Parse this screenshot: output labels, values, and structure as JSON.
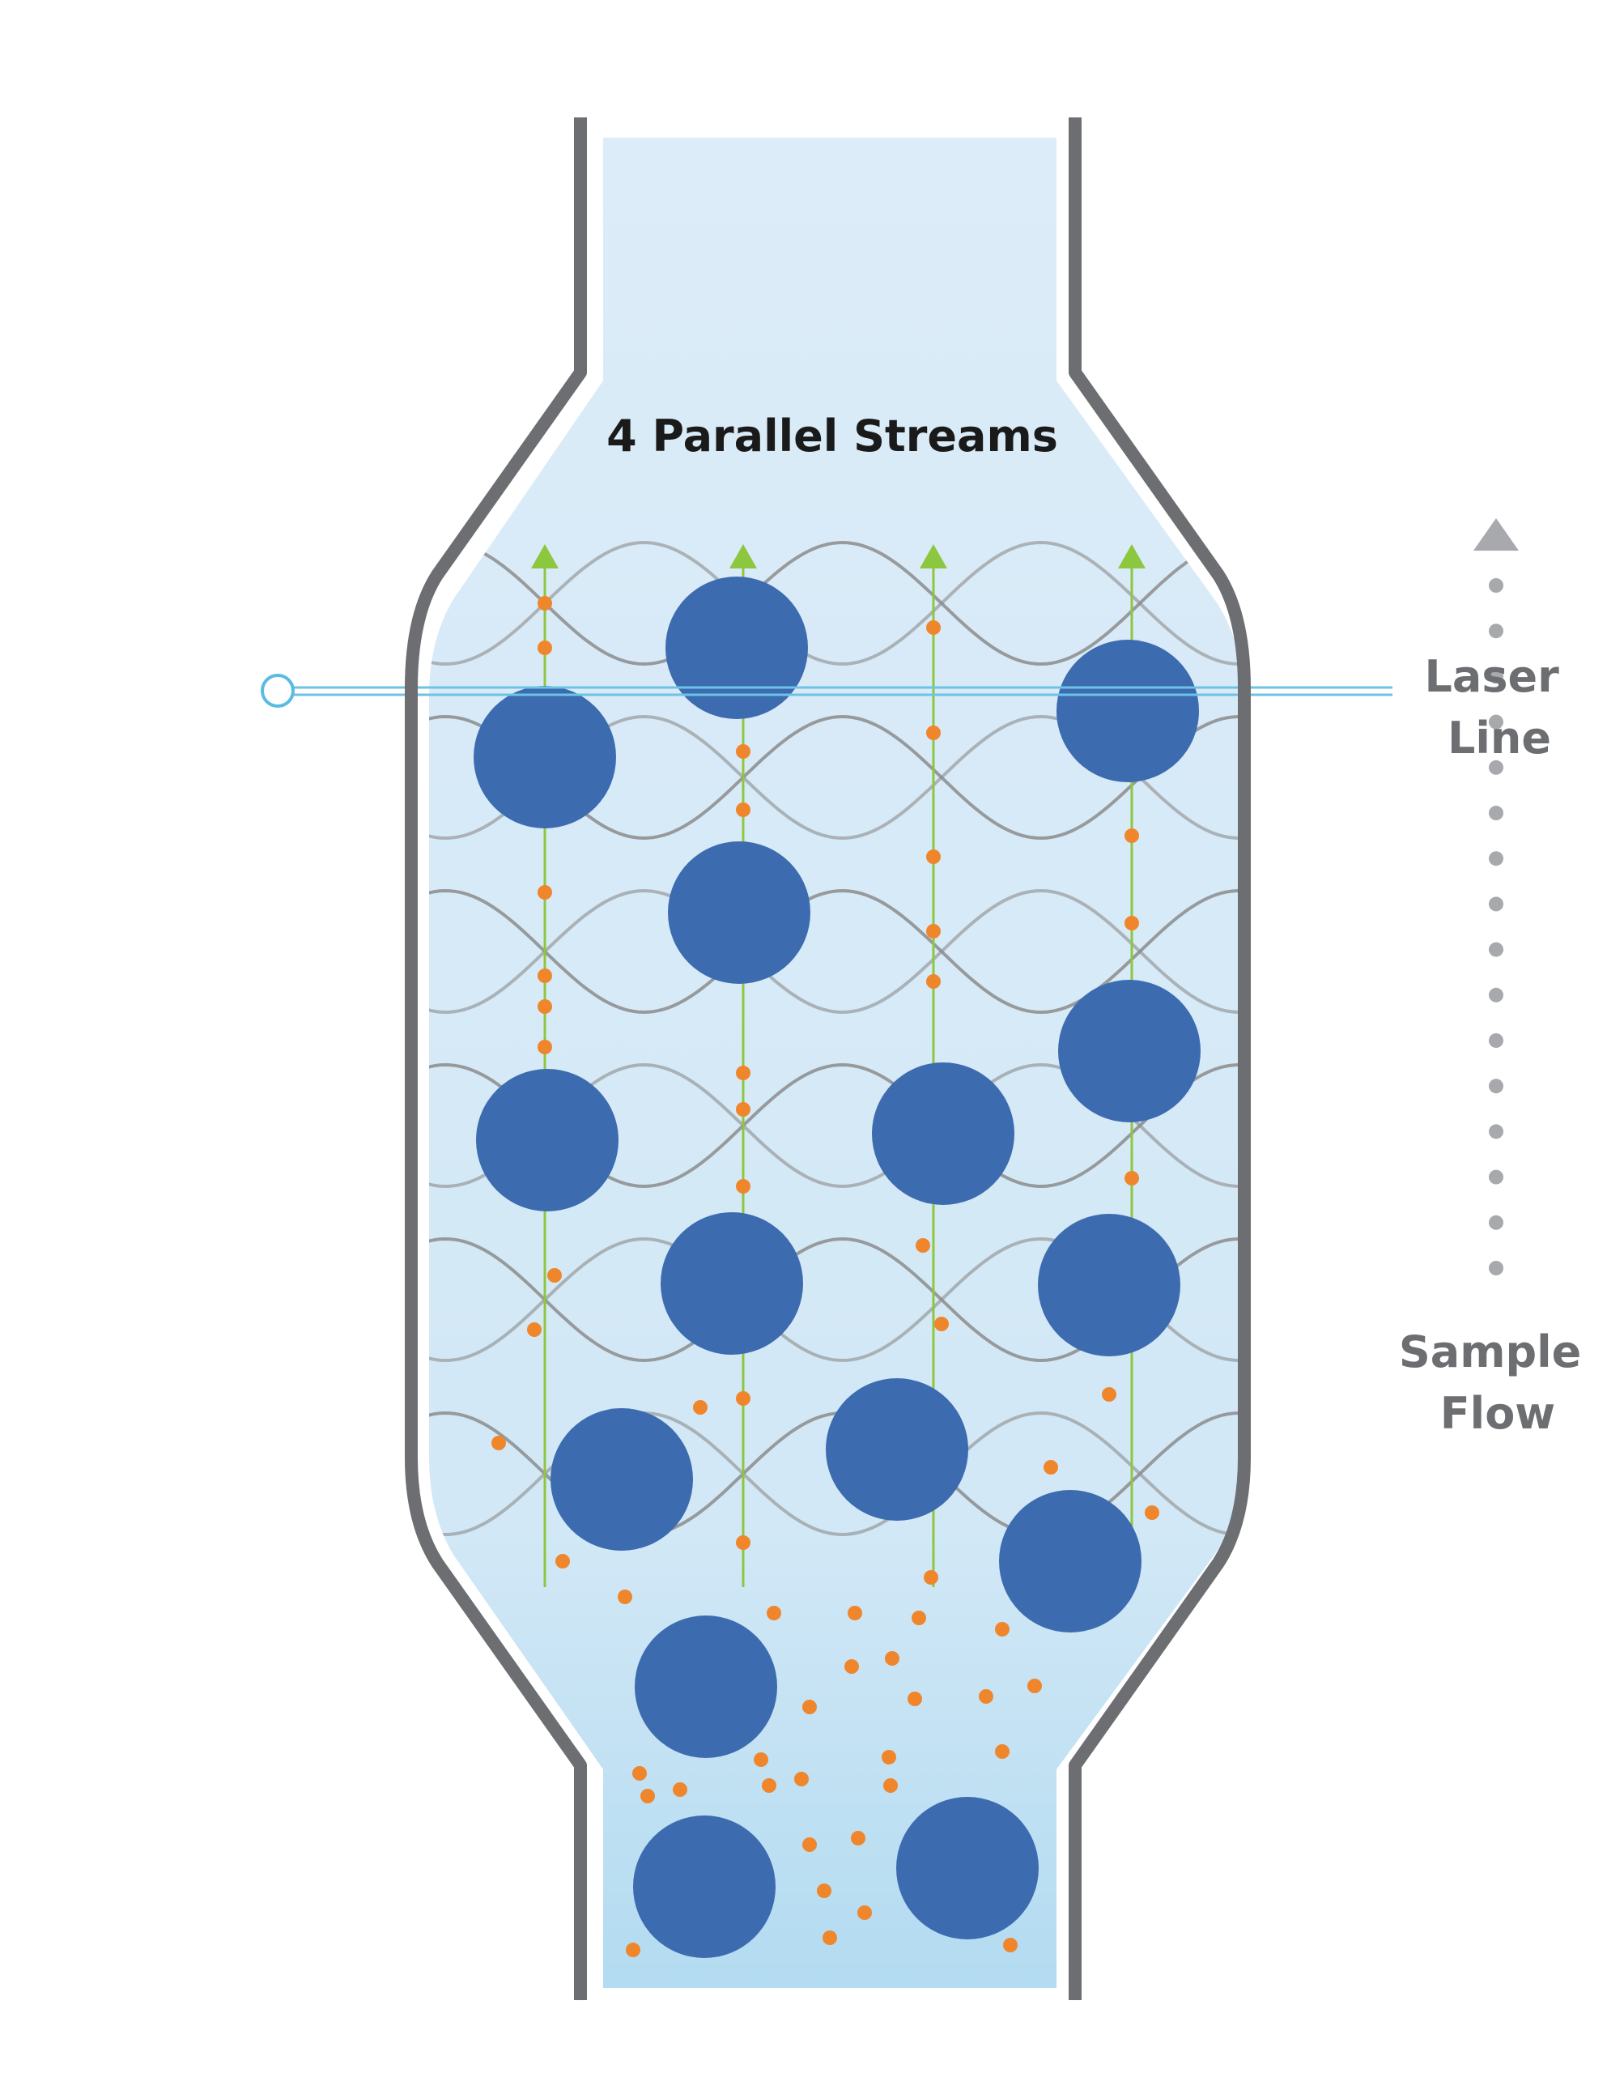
{
  "title": "4 Parallel Streams",
  "laser_label": [
    "Laser",
    "Line"
  ],
  "flow_label": [
    "Sample",
    "Flow"
  ],
  "stream_count": 4,
  "colors": {
    "channel_fill_top": "#d9ebf7",
    "channel_fill_bottom": "#b5dcf2",
    "wall": "#6d6e71",
    "particle": "#3d6bb0",
    "small_particle": "#f0862c",
    "stream_line": "#8dc63f",
    "wave": "#8c8c8c",
    "laser": "#6cc3e6",
    "label": "#6d6e71",
    "title": "#1a1a1a"
  }
}
